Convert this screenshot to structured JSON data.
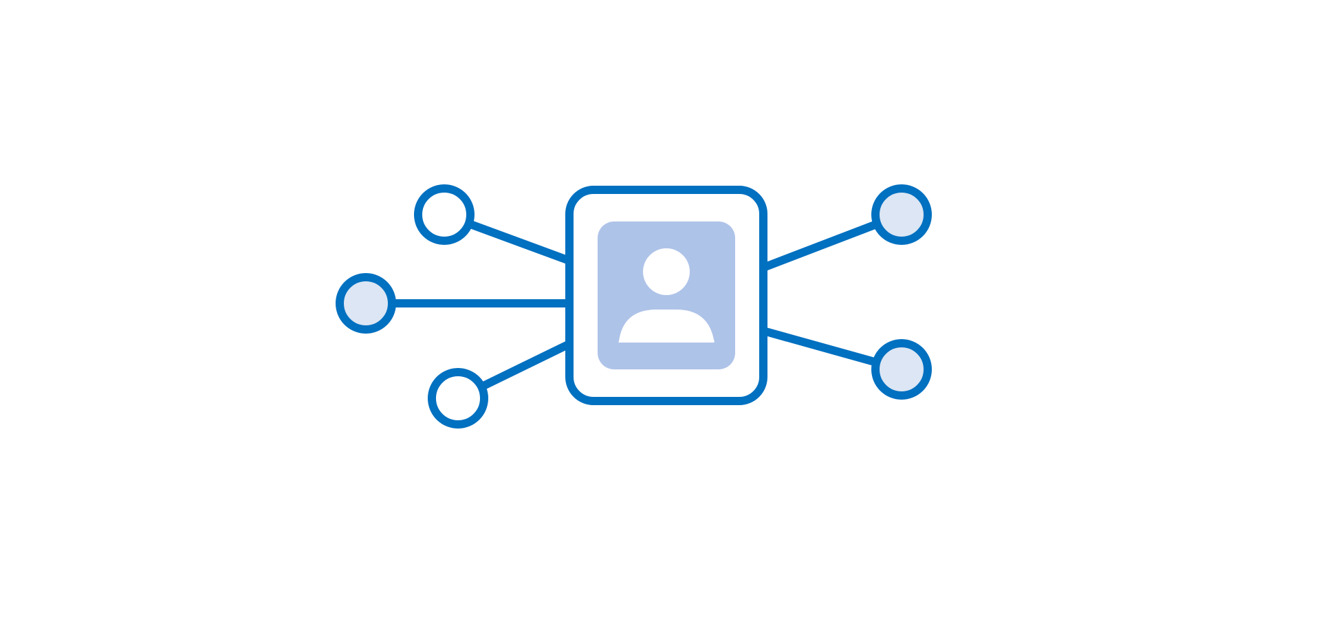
{
  "colors": {
    "background": "#ffffff",
    "stroke": "#0070c0",
    "node_fill_light": "#dce6f4",
    "node_fill_white": "#ffffff",
    "card_fill": "#ffffff",
    "profile_panel": "#aec3e8",
    "profile_figure": "#ffffff"
  },
  "diagram": {
    "center": {
      "icon": "user-profile-icon"
    },
    "satellites": [
      {
        "side": "left",
        "fill": "white"
      },
      {
        "side": "left",
        "fill": "light"
      },
      {
        "side": "left",
        "fill": "white"
      },
      {
        "side": "right",
        "fill": "light"
      },
      {
        "side": "right",
        "fill": "light"
      }
    ]
  }
}
